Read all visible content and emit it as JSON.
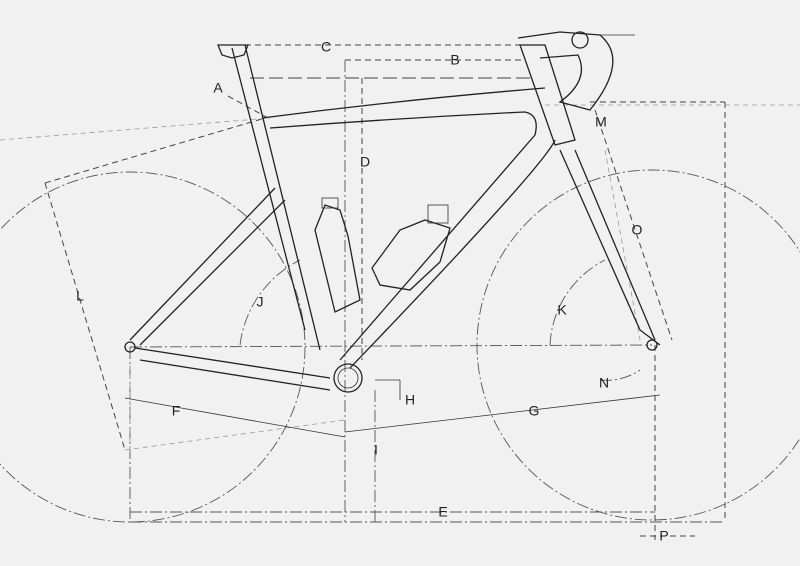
{
  "diagram": {
    "labels": {
      "A": "A",
      "B": "B",
      "C": "C",
      "D": "D",
      "E": "E",
      "F": "F",
      "G": "G",
      "H": "H",
      "I": "I",
      "J": "J",
      "K": "K",
      "L": "L",
      "M": "M",
      "N": "N",
      "O": "O",
      "P": "P"
    },
    "colors": {
      "background": "#f1f1f1",
      "line": "#222222"
    }
  }
}
